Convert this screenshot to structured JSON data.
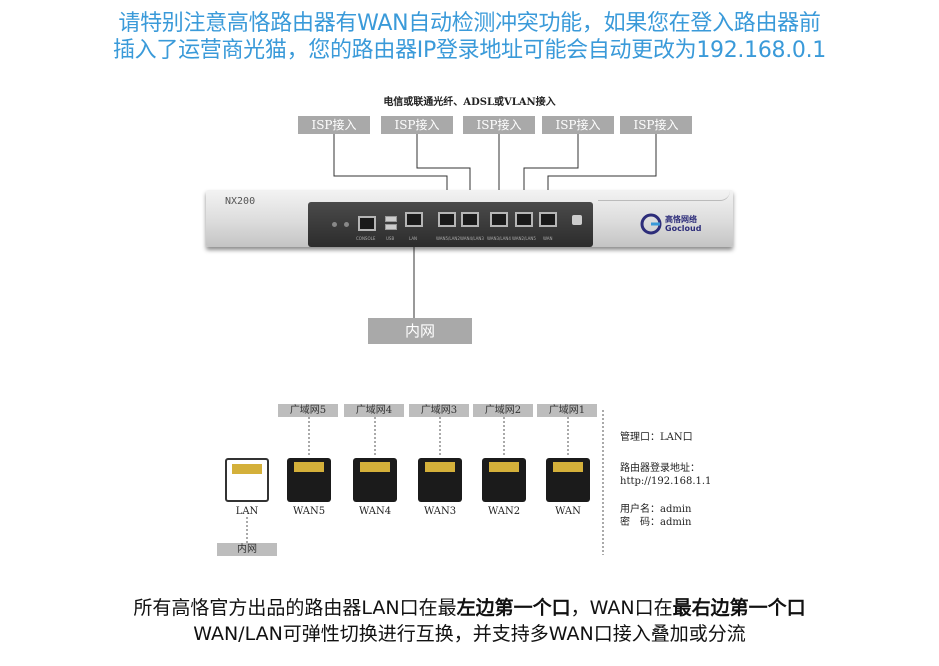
{
  "heading": {
    "line1": "请特别注意高恪路由器有WAN自动检测冲突功能，如果您在登入路由器前",
    "line2": "插入了运营商光猫，您的路由器IP登录地址可能会自动更改为192.168.0.1"
  },
  "isp_diagram": {
    "title": "电信或联通光纤、ADSL或VLAN接入",
    "isp_tags": [
      "ISP接入",
      "ISP接入",
      "ISP接入",
      "ISP接入",
      "ISP接入"
    ],
    "inner_net_tag": "内网",
    "router_model": "NX200",
    "brand_cn": "高恪网络",
    "brand_en": "Gocloud",
    "panel_labels": [
      "CONSOLE",
      "USB",
      "LAN",
      "WAN5/LAN2",
      "WAN4/LAN3",
      "WAN3/LAN4",
      "WAN2/LAN5",
      "WAN"
    ]
  },
  "port_diagram": {
    "wan_tags": [
      "广域网5",
      "广域网4",
      "广域网3",
      "广域网2",
      "广域网1"
    ],
    "ports": [
      "LAN",
      "WAN5",
      "WAN4",
      "WAN3",
      "WAN2",
      "WAN"
    ],
    "inner_net_tag": "内网",
    "info": {
      "mgmt": "管理口：LAN口",
      "login_label": "路由器登录地址：",
      "login_url": "http://192.168.1.1",
      "user": "用户名：admin",
      "pass": "密　码：admin"
    }
  },
  "footer": {
    "line1_a": "所有高恪官方出品的路由器LAN口在最",
    "line1_b": "左边第一个口",
    "line1_c": "，WAN口在",
    "line1_d": "最右边第一个口",
    "line2": "WAN/LAN可弹性切换进行互换，并支持多WAN口接入叠加或分流"
  },
  "colors": {
    "heading": "#3a9ad9",
    "tag_gray": "#a9a9a9",
    "router_panel": "#2c2c2c"
  }
}
